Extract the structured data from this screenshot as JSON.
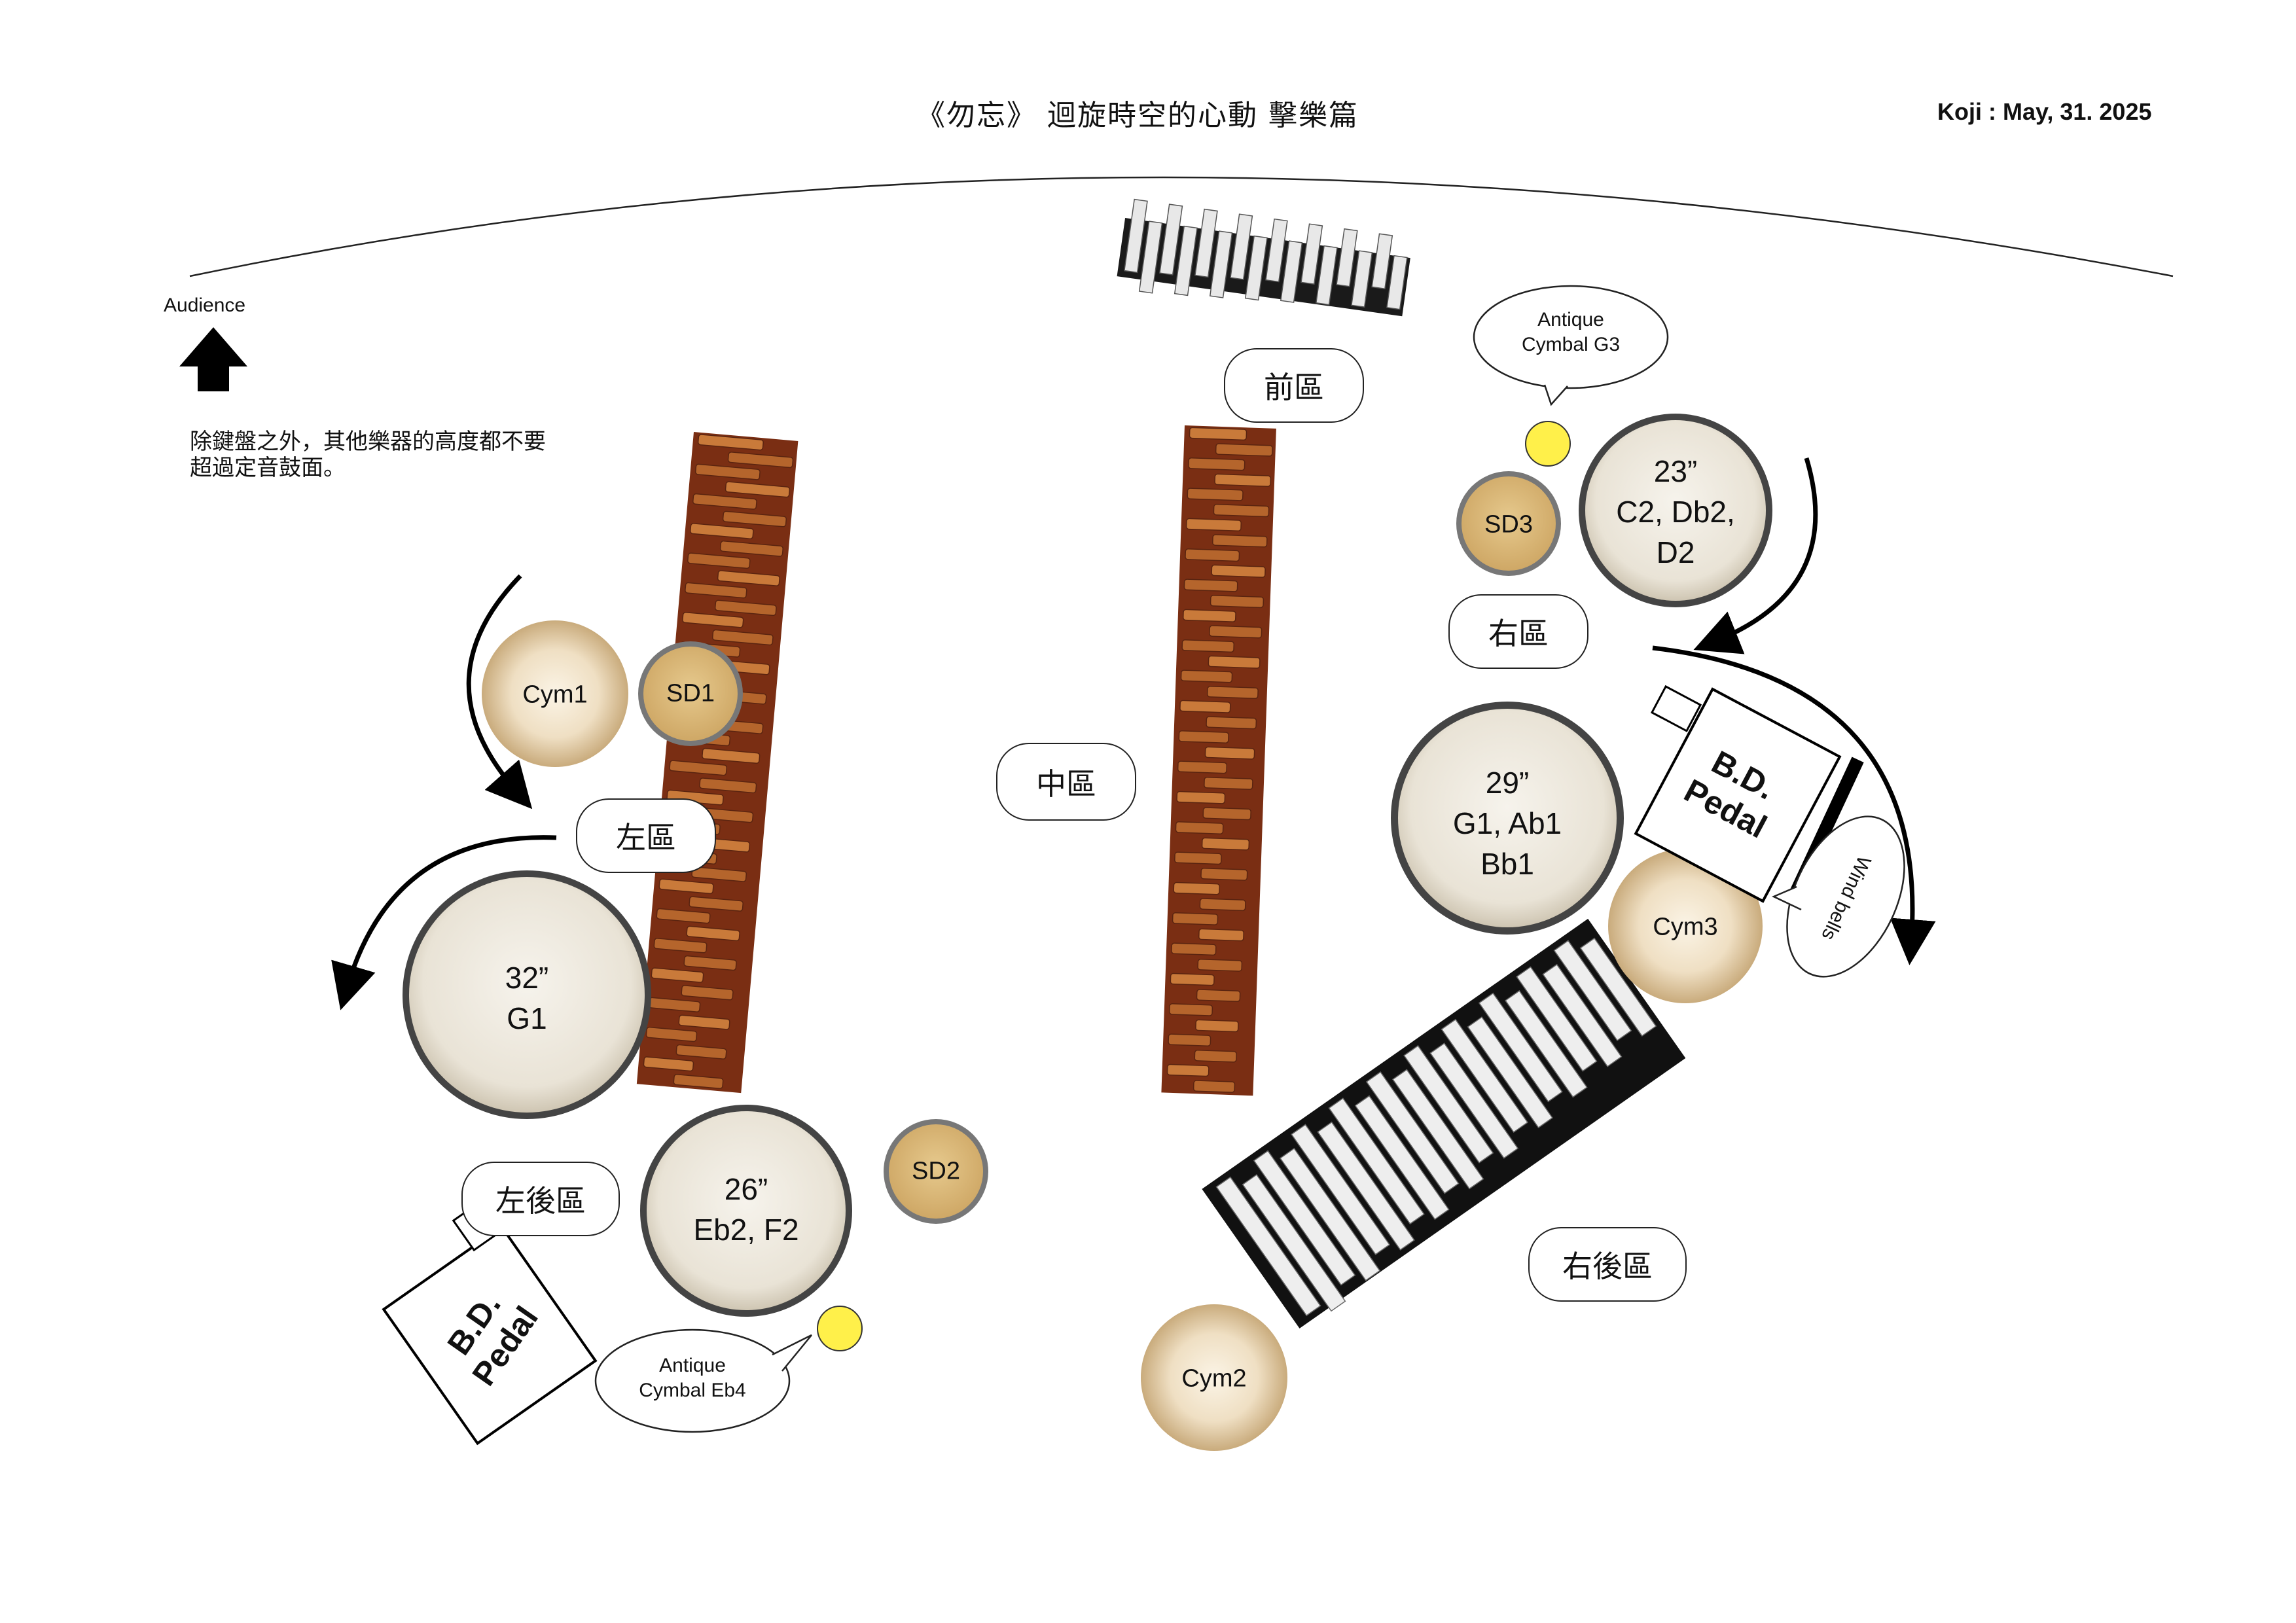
{
  "header": {
    "title": "《勿忘》 迴旋時空的心動 擊樂篇",
    "date": "Koji : May, 31. 2025"
  },
  "audience": {
    "label": "Audience",
    "icon": "arrow-up-icon"
  },
  "note": "除鍵盤之外，其他樂器的高度都不要超過定音鼓面。",
  "zones": {
    "front": "前區",
    "center": "中區",
    "right": "右區",
    "left": "左區",
    "left_back": "左後區",
    "right_back": "右後區"
  },
  "timpani": {
    "t23": "23”\nC2, Db2,\nD2",
    "t29": "29”\nG1, Ab1\nBb1",
    "t32": "32”\nG1",
    "t26": "26”\nEb2, F2"
  },
  "snares": {
    "sd1": "SD1",
    "sd2": "SD2",
    "sd3": "SD3"
  },
  "cymbals": {
    "cym1": "Cym1",
    "cym2": "Cym2",
    "cym3": "Cym3"
  },
  "pedals": {
    "left": "B.D.\nPedal",
    "right": "B.D.\nPedal"
  },
  "callouts": {
    "antique_g3": "Antique\nCymbal G3",
    "antique_eb4": "Antique\nCymbal Eb4",
    "wind_bells": "Wind bells"
  },
  "colors": {
    "marimba_wood": "#b5652c",
    "marimba_frame": "#7a2e13",
    "timpani_head": "#ebe6db",
    "snare_head": "#d9b97b",
    "cymbal": "#e8d8bc",
    "antique_cymbal": "#fff04a"
  }
}
